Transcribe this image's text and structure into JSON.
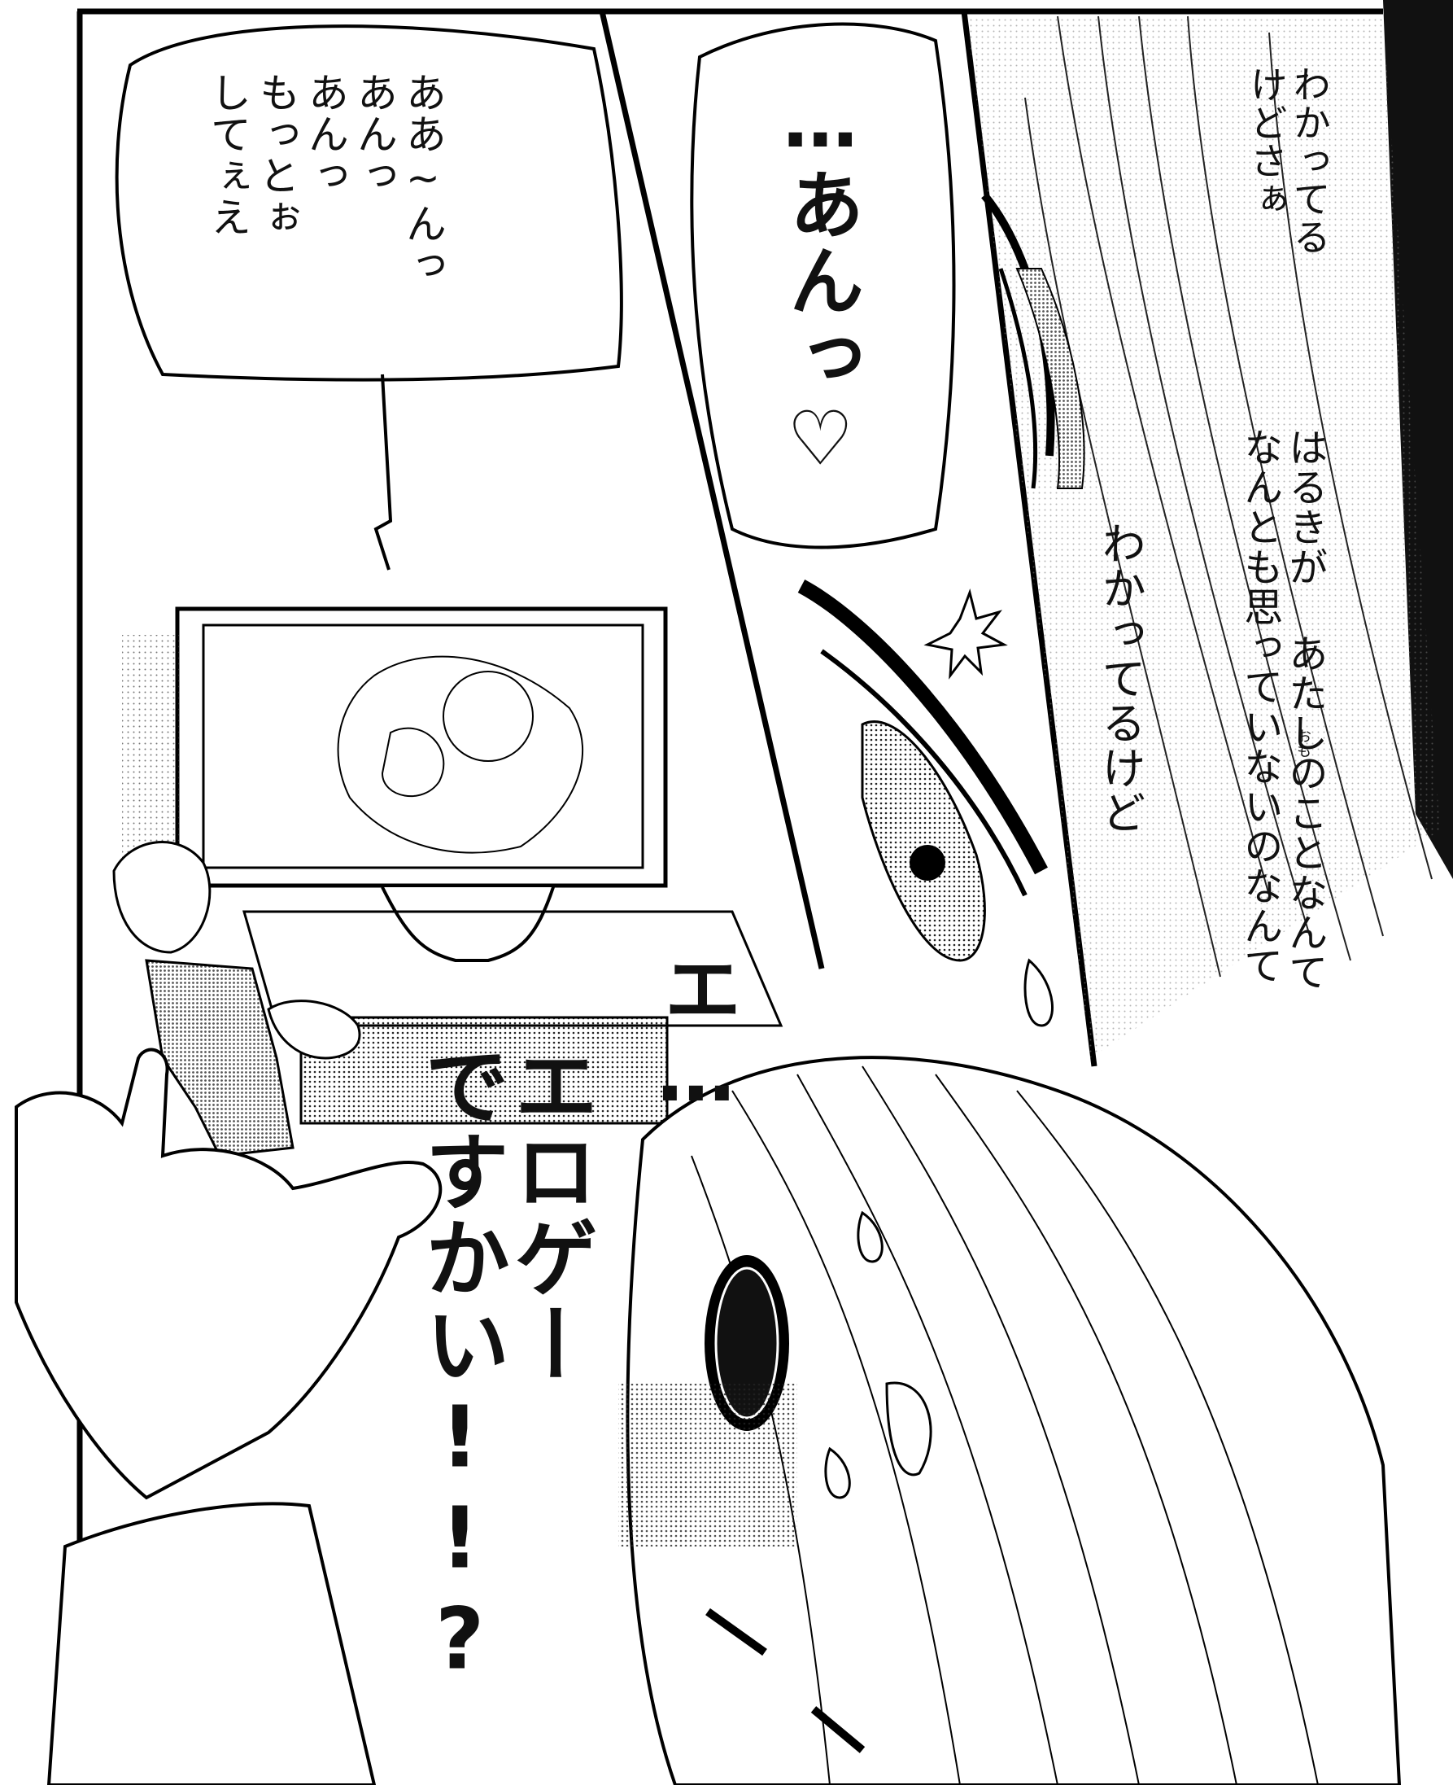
{
  "bubble_tv": {
    "lines": [
      "ああ~んっ",
      "あんっ",
      "あんっ",
      "もっとぉ",
      "してぇえ"
    ]
  },
  "bubble_moan": {
    "text": "…あんっ♡"
  },
  "narration": {
    "line1": [
      "わかってる",
      "けどさぁ"
    ],
    "line2": [
      "はるきが あたしのことなんて",
      "なんとも思っていないのなんて"
    ],
    "line3": "わかってるけど",
    "ruby": "おも"
  },
  "shout": {
    "small": "エ…",
    "main": [
      "エロゲー",
      "ですかい!!?"
    ]
  }
}
